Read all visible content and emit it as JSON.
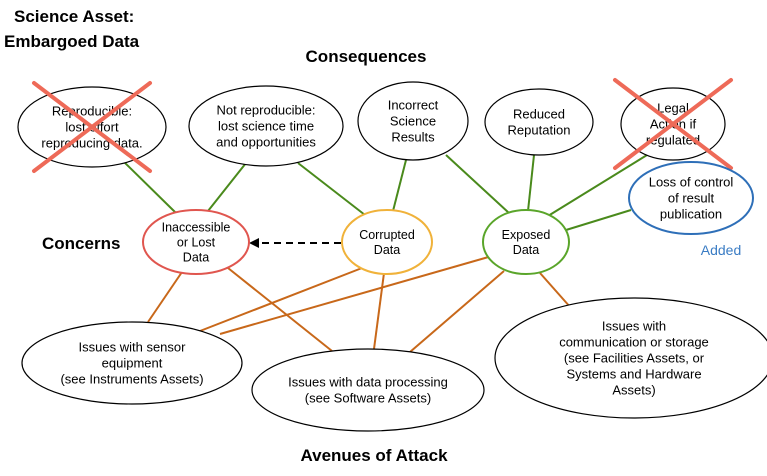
{
  "title": [
    "Science Asset:",
    "Embargoed Data"
  ],
  "sections": {
    "consequences": "Consequences",
    "concerns": "Concerns",
    "avenues": "Avenues of Attack"
  },
  "added_label": "Added",
  "colors": {
    "consequence_edge": "#4a8a1c",
    "attack_edge": "#c8681a",
    "inaccessible_border": "#e0564f",
    "corrupted_border": "#f0b23a",
    "exposed_border": "#5aa52a",
    "added_border": "#2e6fb8",
    "strike": "#ee6a58"
  },
  "consequences": [
    {
      "id": "reproducible",
      "lines": [
        "Reproducible:",
        "lost effort",
        "reproducing data."
      ],
      "struck": true
    },
    {
      "id": "not-reproducible",
      "lines": [
        "Not reproducible:",
        "lost science time",
        "and opportunities"
      ],
      "struck": false
    },
    {
      "id": "incorrect-results",
      "lines": [
        "Incorrect",
        "Science",
        "Results"
      ],
      "struck": false
    },
    {
      "id": "reduced-reputation",
      "lines": [
        "Reduced",
        "Reputation"
      ],
      "struck": false
    },
    {
      "id": "legal-action",
      "lines": [
        "Legal",
        "Action if",
        "regulated"
      ],
      "struck": true
    },
    {
      "id": "loss-of-control",
      "lines": [
        "Loss of control",
        "of result",
        "publication"
      ],
      "struck": false,
      "added": true
    }
  ],
  "concerns": [
    {
      "id": "inaccessible",
      "lines": [
        "Inaccessible",
        "or Lost",
        "Data"
      ]
    },
    {
      "id": "corrupted",
      "lines": [
        "Corrupted",
        "Data"
      ]
    },
    {
      "id": "exposed",
      "lines": [
        "Exposed",
        "Data"
      ]
    }
  ],
  "attacks": [
    {
      "id": "sensor",
      "lines": [
        "Issues with sensor",
        "equipment",
        "(see Instruments Assets)"
      ]
    },
    {
      "id": "processing",
      "lines": [
        "Issues with data processing",
        "(see Software Assets)"
      ]
    },
    {
      "id": "communication",
      "lines": [
        "Issues with",
        "communication or storage",
        "(see Facilities Assets, or",
        "Systems and Hardware",
        "Assets)"
      ]
    }
  ],
  "consequence_links": [
    [
      "reproducible",
      "inaccessible"
    ],
    [
      "not-reproducible",
      "inaccessible"
    ],
    [
      "not-reproducible",
      "corrupted"
    ],
    [
      "incorrect-results",
      "corrupted"
    ],
    [
      "incorrect-results",
      "exposed"
    ],
    [
      "reduced-reputation",
      "exposed"
    ],
    [
      "legal-action",
      "exposed"
    ],
    [
      "loss-of-control",
      "exposed"
    ]
  ],
  "attack_links": [
    [
      "sensor",
      "inaccessible"
    ],
    [
      "sensor",
      "corrupted"
    ],
    [
      "sensor",
      "exposed"
    ],
    [
      "processing",
      "inaccessible"
    ],
    [
      "processing",
      "corrupted"
    ],
    [
      "processing",
      "exposed"
    ],
    [
      "communication",
      "exposed"
    ]
  ],
  "dashed_link": [
    "corrupted",
    "inaccessible"
  ]
}
